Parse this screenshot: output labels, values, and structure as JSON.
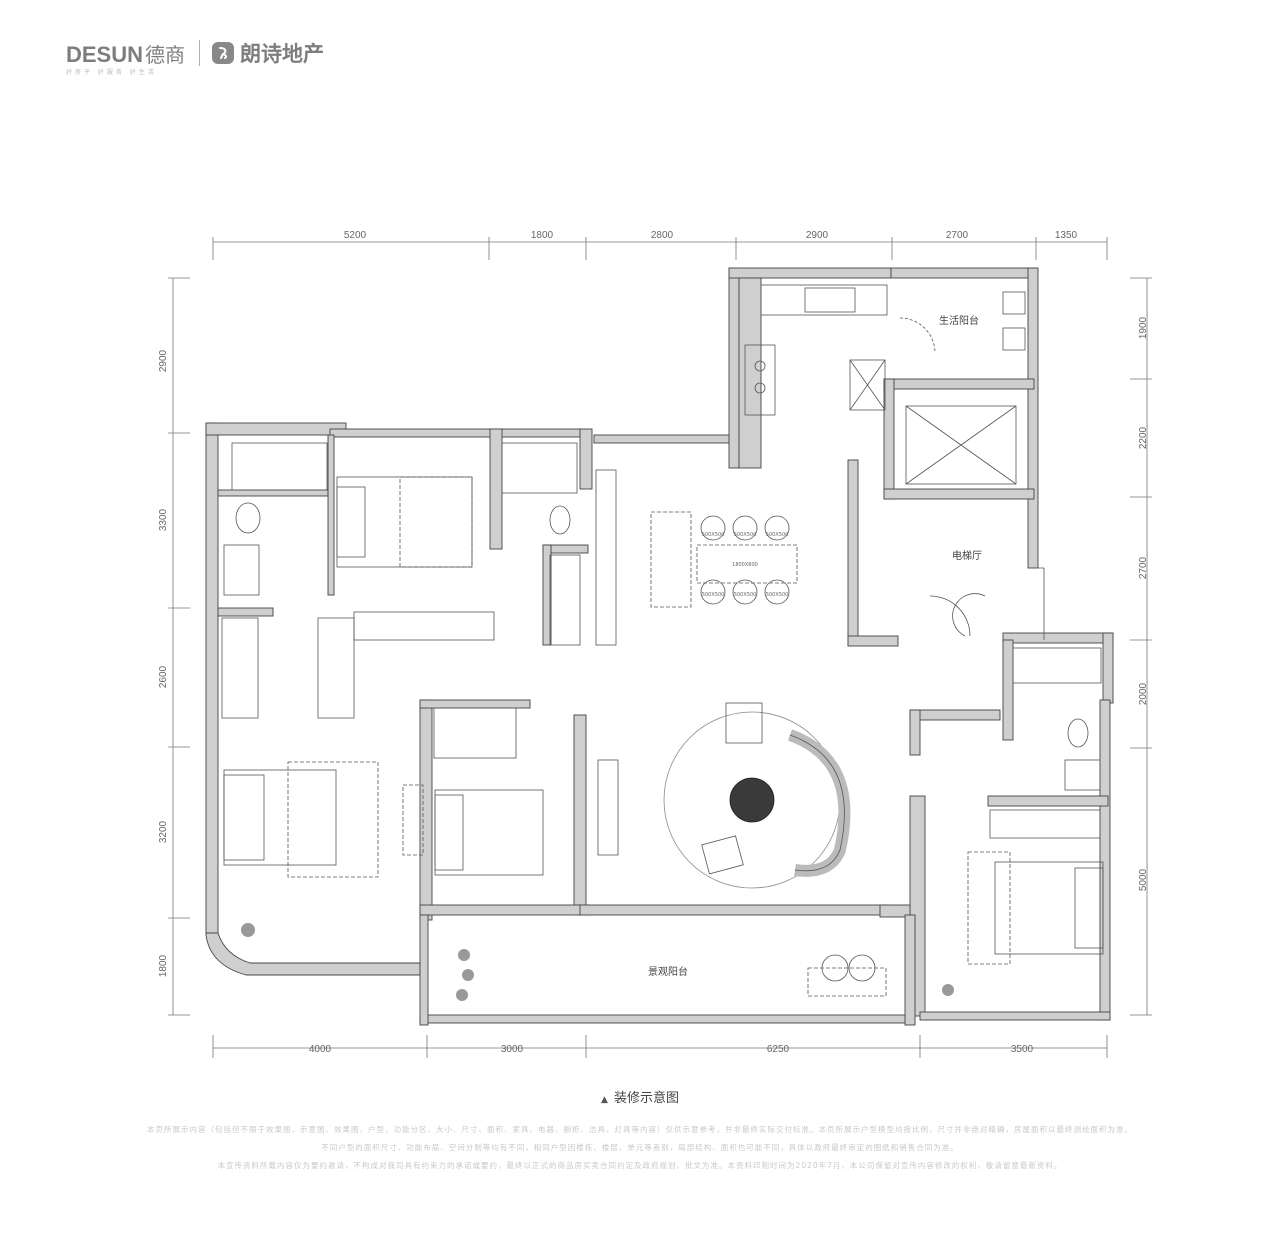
{
  "brand": {
    "desun": "DESUN",
    "desun_cn": "德商",
    "desun_tagline": "好房子 好服务 好生活",
    "langshi": "朗诗地产"
  },
  "dimensions": {
    "top": [
      "5200",
      "1800",
      "2800",
      "2900",
      "2700",
      "1350"
    ],
    "bottom": [
      "4000",
      "3000",
      "6250",
      "3500"
    ],
    "left": [
      "2900",
      "3300",
      "2600",
      "3200",
      "1800"
    ],
    "right": [
      "1900",
      "2200",
      "2700",
      "2000",
      "5000"
    ]
  },
  "rooms": {
    "living_balcony": "生活阳台",
    "elevator_hall": "电梯厅",
    "view_balcony": "景观阳台"
  },
  "furniture_labels": {
    "chair1": "500X500",
    "chair2": "500X500",
    "chair3": "500X500",
    "table": "1800X800",
    "chair4": "500X500",
    "chair5": "500X500",
    "chair6": "500X500"
  },
  "caption": "装修示意图",
  "disclaimer": [
    "本页所展示内容（包括但不限于效果图、示意图、效果图、户型、功能分区、大小、尺寸、面积、家具、电器、橱柜、洁具、灯具等内容）仅供示意参考，并非最终实际交付标准。本页所展示户型模型均按比例，尺寸并非绝对精确，房屋面积以最终测绘面积为准。",
    "不同户型的面积尺寸、功能布局、空间分割等均有不同，相同户型因楼栋、楼层、单元等差别，局部结构、面积也可能不同，具体以政府最终审定的图纸和销售合同为准。",
    "本宣传资料所载内容仅为要约邀请，不构成对我司具有约束力的承诺或要约，最终以正式的商品房买卖合同约定及政府规划、批文为准。本资料印制时间为2020年7月，本公司保留对宣传内容修改的权利，敬请留意最新资料。"
  ]
}
